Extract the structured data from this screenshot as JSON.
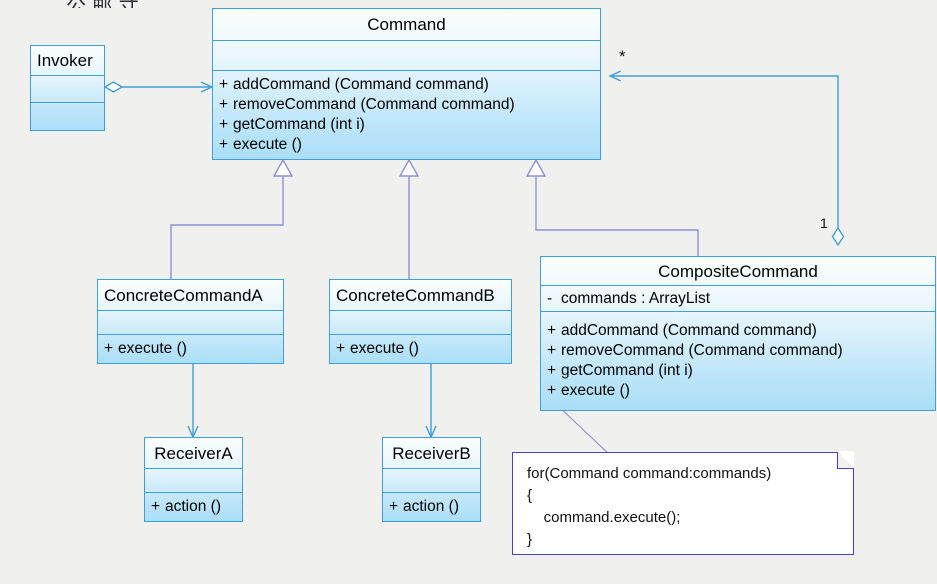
{
  "diagram": {
    "type": "uml-class-diagram",
    "pattern": "Command Pattern",
    "background_color": "#f0f0ee",
    "class_fill_top": "#fbfeff",
    "class_fill_bottom": "#aadff7",
    "class_border_color": "#3f9fd8",
    "inheritance_line_color": "#8f8fd6",
    "association_line_color": "#3f9fd8",
    "note_border_color": "#4a3fd0"
  },
  "header_text": "公 邮 寸",
  "classes": {
    "invoker": {
      "name": "Invoker",
      "attributes": [],
      "operations": []
    },
    "command": {
      "name": "Command",
      "attributes": [],
      "operations": [
        {
          "visibility": "+",
          "signature": "addCommand (Command command)"
        },
        {
          "visibility": "+",
          "signature": "removeCommand (Command command)"
        },
        {
          "visibility": "+",
          "signature": "getCommand (int i)"
        },
        {
          "visibility": "+",
          "signature": "execute ()"
        }
      ]
    },
    "concrete_command_a": {
      "name": "ConcreteCommandA",
      "attributes": [],
      "operations": [
        {
          "visibility": "+",
          "signature": "execute ()"
        }
      ]
    },
    "concrete_command_b": {
      "name": "ConcreteCommandB",
      "attributes": [],
      "operations": [
        {
          "visibility": "+",
          "signature": "execute ()"
        }
      ]
    },
    "composite_command": {
      "name": "CompositeCommand",
      "attributes": [
        {
          "visibility": "-",
          "signature": "commands  : ArrayList"
        }
      ],
      "operations": [
        {
          "visibility": "+",
          "signature": "addCommand (Command command)"
        },
        {
          "visibility": "+",
          "signature": "removeCommand (Command command)"
        },
        {
          "visibility": "+",
          "signature": "getCommand (int i)"
        },
        {
          "visibility": "+",
          "signature": "execute ()"
        }
      ]
    },
    "receiver_a": {
      "name": "ReceiverA",
      "attributes": [],
      "operations": [
        {
          "visibility": "+",
          "signature": "action ()"
        }
      ]
    },
    "receiver_b": {
      "name": "ReceiverB",
      "attributes": [],
      "operations": [
        {
          "visibility": "+",
          "signature": "action ()"
        }
      ]
    }
  },
  "multiplicities": {
    "command_end": "*",
    "composite_end": "1"
  },
  "note": {
    "text": "for(Command command:commands)\n{\n    command.execute();\n}",
    "attached_to": "CompositeCommand.execute ()"
  },
  "relationships": [
    {
      "type": "aggregation",
      "from": "Invoker",
      "to": "Command"
    },
    {
      "type": "generalization",
      "from": "ConcreteCommandA",
      "to": "Command"
    },
    {
      "type": "generalization",
      "from": "ConcreteCommandB",
      "to": "Command"
    },
    {
      "type": "generalization",
      "from": "CompositeCommand",
      "to": "Command"
    },
    {
      "type": "aggregation",
      "from": "CompositeCommand",
      "to": "Command",
      "source_multiplicity": "1",
      "target_multiplicity": "*"
    },
    {
      "type": "association",
      "from": "ConcreteCommandA",
      "to": "ReceiverA"
    },
    {
      "type": "association",
      "from": "ConcreteCommandB",
      "to": "ReceiverB"
    }
  ]
}
